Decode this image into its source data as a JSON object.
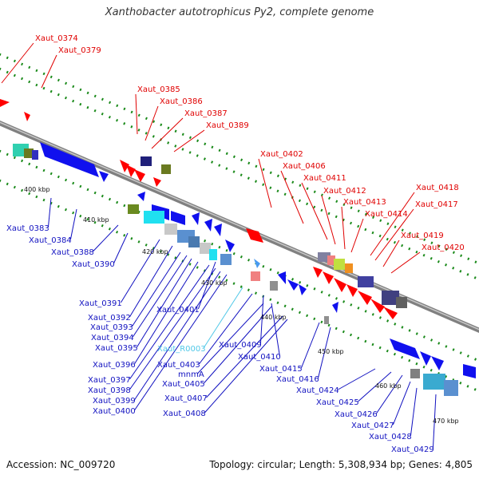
{
  "title": "Xanthobacter autotrophicus Py2, complete genome",
  "footer": {
    "accession": "Accession: NC_009720",
    "summary": "Topology: circular; Length: 5,308,934 bp; Genes: 4,805"
  },
  "colors": {
    "forward_label": "#e00000",
    "reverse_label": "#1010c0",
    "rna_label": "#50c8e8",
    "forward_feature": "#ff0000",
    "reverse_feature": "#1010ee",
    "backbone": "#777777",
    "tick_mark": "#1a8a1a"
  },
  "scale_ticks": [
    "400 kbp",
    "410 kbp",
    "420 kbp",
    "430 kbp",
    "440 kbp",
    "450 kbp",
    "460 kbp",
    "470 kbp"
  ],
  "forward_labels": [
    "Xaut_0374",
    "Xaut_0379",
    "Xaut_0385",
    "Xaut_0386",
    "Xaut_0387",
    "Xaut_0389",
    "Xaut_0402",
    "Xaut_0406",
    "Xaut_0411",
    "Xaut_0412",
    "Xaut_0413",
    "Xaut_0414",
    "Xaut_0417",
    "Xaut_0418",
    "Xaut_0419",
    "Xaut_0420"
  ],
  "reverse_labels": [
    "Xaut_0383",
    "Xaut_0384",
    "Xaut_0388",
    "Xaut_0390",
    "Xaut_0391",
    "Xaut_0392",
    "Xaut_0393",
    "Xaut_0394",
    "Xaut_0395",
    "Xaut_0396",
    "Xaut_0397",
    "Xaut_0398",
    "Xaut_0399",
    "Xaut_0400",
    "Xaut_0401",
    "Xaut_R0003",
    "Xaut_0403",
    "mnmA",
    "Xaut_0405",
    "Xaut_0407",
    "Xaut_0408",
    "Xaut_0409",
    "Xaut_0410",
    "Xaut_0415",
    "Xaut_0416",
    "Xaut_0424",
    "Xaut_0425",
    "Xaut_0426",
    "Xaut_0427",
    "Xaut_0428",
    "Xaut_0429"
  ]
}
